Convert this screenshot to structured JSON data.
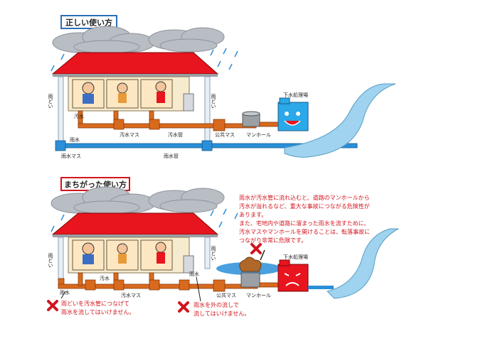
{
  "correct_panel": {
    "title": "正しい使い方",
    "labels": {
      "downspout": "雨どい",
      "wastewater": "汚水",
      "wastewater_basin": "汚水マス",
      "wastewater_pipe": "汚水管",
      "public_basin": "公共マス",
      "manhole": "マンホール",
      "treatment_plant": "下水処理場",
      "rainwater": "雨水",
      "rainwater_basin": "雨水マス",
      "rainwater_pipe": "雨水管"
    }
  },
  "wrong_panel": {
    "title": "まちがった使い方",
    "labels": {
      "downspout_left": "雨どい",
      "downspout_right": "雨どい",
      "wastewater": "汚水",
      "wastewater_basin": "汚水マス",
      "public_basin": "公共マス",
      "manhole": "マンホール",
      "treatment_plant": "下水処理場",
      "rainwater_left": "雨水",
      "rainwater_right": "雨水"
    },
    "warning_lines": [
      "雨水が汚水管に流れ込むと、道路のマンホールから",
      "汚水が溢れるなど、重大な事故につながる危険性が",
      "あります。",
      "また、宅地内や道路に溜まった雨水を流すために、",
      "汚水マスやマンホールを開けることは、転落事故に",
      "つながり非常に危険です。"
    ],
    "note1_lines": [
      "雨どいを汚水管につなげて",
      "雨水を流してはいけません。"
    ],
    "note2_lines": [
      "雨水を外の流しで",
      "流してはいけません。"
    ]
  },
  "colors": {
    "roof": "#e8141e",
    "wastewater_pipe": "#d86a1e",
    "rainwater_pipe": "#2a8fd8",
    "river": "#9fd3ef",
    "plant_ok": "#2aa8e8",
    "plant_bad": "#e8141e",
    "cloud": "#b9bdc4",
    "warning_text": "#d2141e"
  }
}
